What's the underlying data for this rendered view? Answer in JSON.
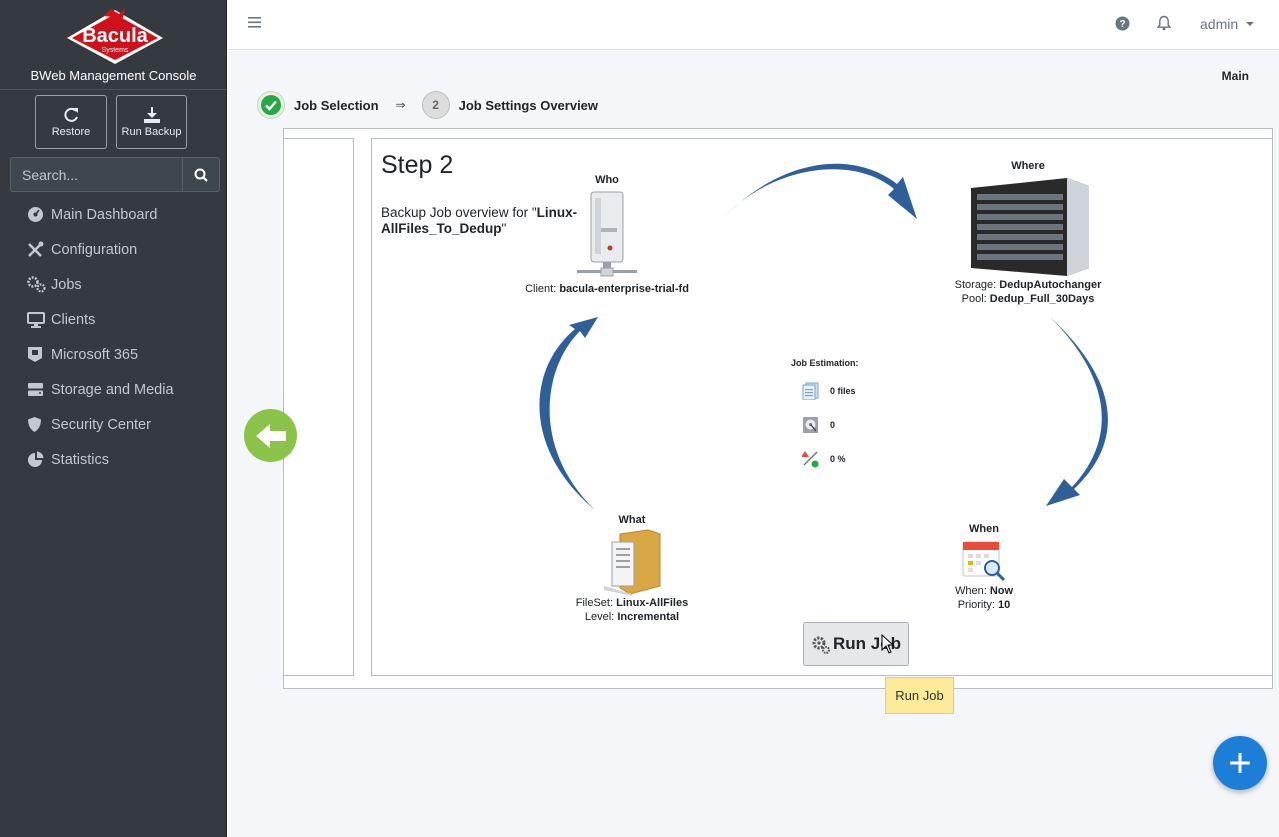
{
  "app": {
    "brand_text": "Bacula",
    "brand_sub": "Systems",
    "console_title": "BWeb Management Console"
  },
  "sidebar": {
    "quick_actions": [
      {
        "label": "Restore",
        "icon": "restore-icon"
      },
      {
        "label": "Run Backup",
        "icon": "download-icon"
      }
    ],
    "search": {
      "placeholder": "Search..."
    },
    "items": [
      {
        "label": "Main Dashboard",
        "icon": "dashboard-icon"
      },
      {
        "label": "Configuration",
        "icon": "tools-icon"
      },
      {
        "label": "Jobs",
        "icon": "cogs-icon"
      },
      {
        "label": "Clients",
        "icon": "desktop-icon"
      },
      {
        "label": "Microsoft 365",
        "icon": "m365-icon"
      },
      {
        "label": "Storage and Media",
        "icon": "hdd-icon"
      },
      {
        "label": "Security Center",
        "icon": "shield-icon"
      },
      {
        "label": "Statistics",
        "icon": "pie-chart-icon"
      }
    ]
  },
  "topbar": {
    "user": "admin"
  },
  "breadcrumb": "Main",
  "wizard": {
    "steps": [
      {
        "label": "Job Selection",
        "state": "done"
      },
      {
        "label": "Job Settings Overview",
        "number": "2",
        "state": "current"
      }
    ],
    "arrow": "⇒"
  },
  "overview": {
    "step_title": "Step 2",
    "intro_prefix": "Backup Job overview for \"",
    "job_name": "Linux-AllFiles_To_Dedup",
    "intro_suffix": "\"",
    "who": {
      "title": "Who",
      "client_label": "Client:",
      "client_value": "bacula-enterprise-trial-fd"
    },
    "where": {
      "title": "Where",
      "storage_label": "Storage:",
      "storage_value": "DedupAutochanger",
      "pool_label": "Pool:",
      "pool_value": "Dedup_Full_30Days"
    },
    "what": {
      "title": "What",
      "fileset_label": "FileSet:",
      "fileset_value": "Linux-AllFiles",
      "level_label": "Level:",
      "level_value": "Incremental"
    },
    "when": {
      "title": "When",
      "when_label": "When:",
      "when_value": "Now",
      "priority_label": "Priority:",
      "priority_value": "10"
    },
    "estimation": {
      "title": "Job Estimation:",
      "files": "0 files",
      "bytes": "0",
      "compression": "0 %"
    }
  },
  "run_job": {
    "label": "Run Job",
    "tooltip": "Run Job"
  },
  "colors": {
    "sidebar_bg": "#343a40",
    "arrow_blue": "#2f5f99",
    "back_green": "#8bc34a",
    "fab_blue": "#1c7ed6",
    "tooltip_bg": "#fde99a"
  }
}
